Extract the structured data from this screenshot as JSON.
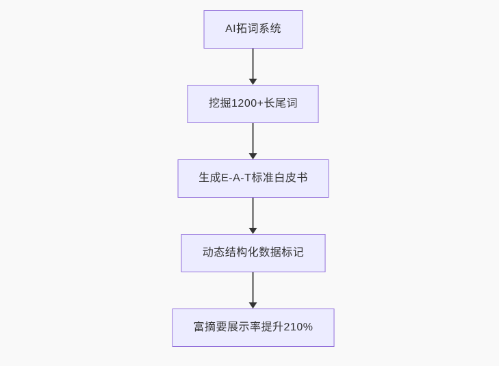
{
  "page": {
    "background": "#f9f9f9"
  },
  "diagram": {
    "type": "flowchart",
    "direction": "top-down",
    "nodes": [
      {
        "id": "node-1",
        "label": "AI拓词系统"
      },
      {
        "id": "node-2",
        "label": "挖掘1200+长尾词"
      },
      {
        "id": "node-3",
        "label": "生成E-A-T标准白皮书"
      },
      {
        "id": "node-4",
        "label": "动态结构化数据标记"
      },
      {
        "id": "node-5",
        "label": "富摘要展示率提升210%"
      }
    ],
    "edges": [
      {
        "from": "node-1",
        "to": "node-2",
        "style": "arrow-down"
      },
      {
        "from": "node-2",
        "to": "node-3",
        "style": "arrow-down"
      },
      {
        "from": "node-3",
        "to": "node-4",
        "style": "arrow-down"
      },
      {
        "from": "node-4",
        "to": "node-5",
        "style": "arrow-down"
      }
    ],
    "colors": {
      "node_fill": "#ECECFF",
      "node_border": "#9370DB",
      "edge": "#333333",
      "text": "#333333"
    }
  }
}
